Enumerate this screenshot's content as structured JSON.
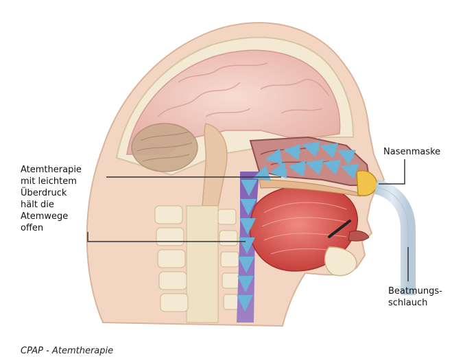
{
  "labels": {
    "therapy": "Atemtherapie\nmit leichtem\nÜberdruck\nhält die\nAtemwege\noffen",
    "mask": "Nasenmaske",
    "tube": "Beatmungs-\nschlauch"
  },
  "caption": "CPAP - Atemtherapie",
  "colors": {
    "skin": "#f3d6c2",
    "brain": "#efc7bc",
    "airway": "#5b3aa0",
    "muscle": "#d9504a",
    "arrow": "#6bb6d8",
    "tube": "#cfdce8",
    "bone": "#f4ead4",
    "nasal": "#b56a6a"
  },
  "arrow_icon": "airflow-arrow-icon"
}
